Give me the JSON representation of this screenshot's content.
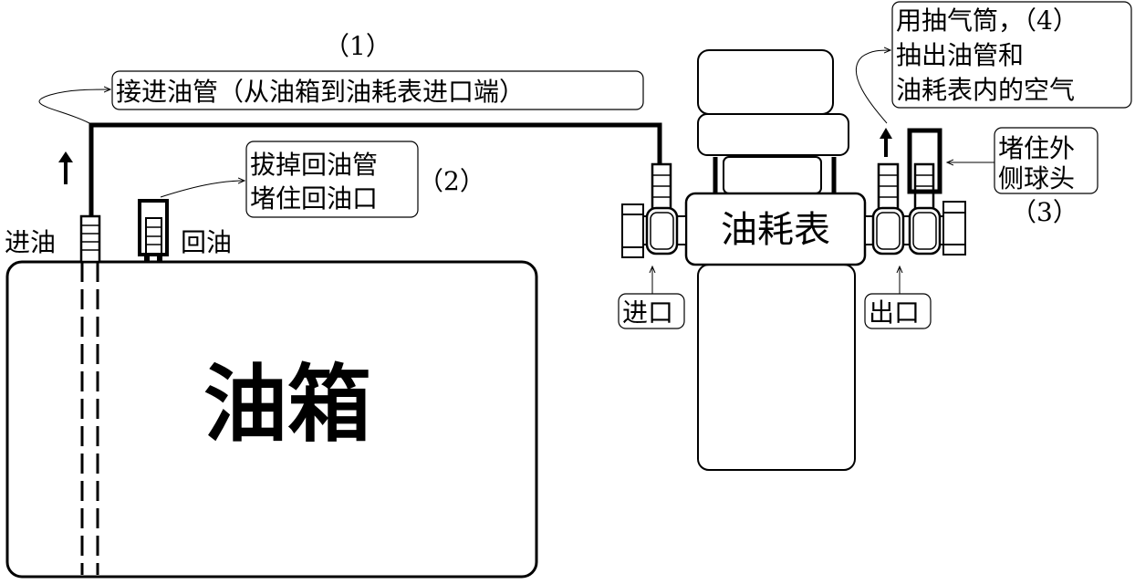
{
  "tank": {
    "label": "油箱",
    "inlet_label": "进油",
    "return_label": "回油"
  },
  "meter": {
    "label": "油耗表",
    "inlet_label": "进口",
    "outlet_label": "出口"
  },
  "callout1": {
    "number": "（1）",
    "text": "接进油管（从油箱到油耗表进口端）"
  },
  "callout2": {
    "number": "（2）",
    "line1": "拔掉回油管",
    "line2": "堵住回油口"
  },
  "callout3": {
    "number": "（3）",
    "line1": "堵住外",
    "line2": "侧球头"
  },
  "callout4": {
    "line1": "用抽气筒，（4）",
    "line2": "抽出油管和",
    "line3": "油耗表内的空气"
  }
}
